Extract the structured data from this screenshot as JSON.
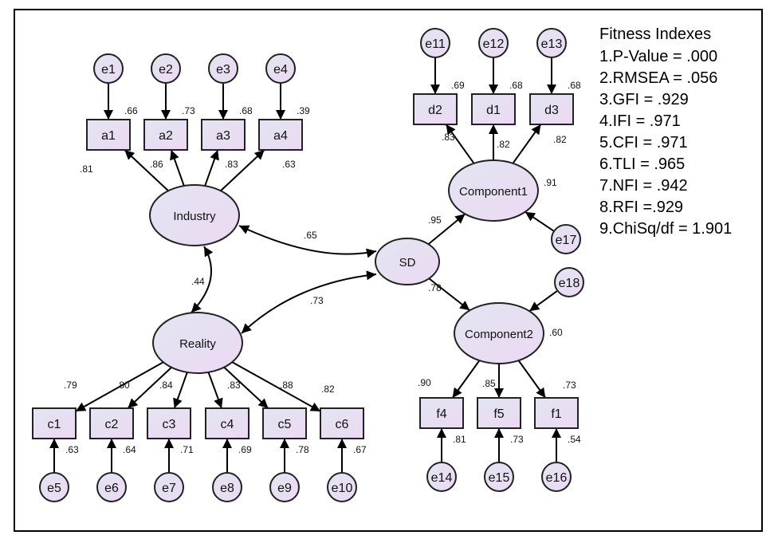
{
  "diagram": {
    "type": "structural-equation-model",
    "colors": {
      "node_fill_start": "#e3e5f2",
      "node_fill_end": "#ecd9f2",
      "stroke": "#000000",
      "background": "#ffffff"
    },
    "latents": [
      {
        "id": "Industry",
        "label": "Industry"
      },
      {
        "id": "Reality",
        "label": "Reality"
      },
      {
        "id": "SD",
        "label": "SD"
      },
      {
        "id": "Component1",
        "label": "Component1",
        "r2": ".91"
      },
      {
        "id": "Component2",
        "label": "Component2",
        "r2": ".60"
      }
    ],
    "indicators": [
      {
        "id": "a1",
        "label": "a1",
        "error": "e1",
        "loading": ".81",
        "r2": ".66",
        "factor": "Industry"
      },
      {
        "id": "a2",
        "label": "a2",
        "error": "e2",
        "loading": ".86",
        "r2": ".73",
        "factor": "Industry"
      },
      {
        "id": "a3",
        "label": "a3",
        "error": "e3",
        "loading": ".83",
        "r2": ".68",
        "factor": "Industry"
      },
      {
        "id": "a4",
        "label": "a4",
        "error": "e4",
        "loading": ".63",
        "r2": ".39",
        "factor": "Industry"
      },
      {
        "id": "d2",
        "label": "d2",
        "error": "e11",
        "loading": ".83",
        "r2": ".69",
        "factor": "Component1"
      },
      {
        "id": "d1",
        "label": "d1",
        "error": "e12",
        "loading": ".82",
        "r2": ".68",
        "factor": "Component1"
      },
      {
        "id": "d3",
        "label": "d3",
        "error": "e13",
        "loading": ".82",
        "r2": ".68",
        "factor": "Component1"
      },
      {
        "id": "c1",
        "label": "c1",
        "error": "e5",
        "loading": ".79",
        "r2": ".63",
        "factor": "Reality"
      },
      {
        "id": "c2",
        "label": "c2",
        "error": "e6",
        "loading": ".80",
        "r2": ".64",
        "factor": "Reality"
      },
      {
        "id": "c3",
        "label": "c3",
        "error": "e7",
        "loading": ".84",
        "r2": ".71",
        "factor": "Reality"
      },
      {
        "id": "c4",
        "label": "c4",
        "error": "e8",
        "loading": ".83",
        "r2": ".69",
        "factor": "Reality"
      },
      {
        "id": "c5",
        "label": "c5",
        "error": "e9",
        "loading": ".88",
        "r2": ".78",
        "factor": "Reality"
      },
      {
        "id": "c6",
        "label": "c6",
        "error": "e10",
        "loading": ".82",
        "r2": ".67",
        "factor": "Reality"
      },
      {
        "id": "f4",
        "label": "f4",
        "error": "e14",
        "loading": ".90",
        "r2": ".81",
        "factor": "Component2"
      },
      {
        "id": "f5",
        "label": "f5",
        "error": "e15",
        "loading": ".85",
        "r2": ".73",
        "factor": "Component2"
      },
      {
        "id": "f1",
        "label": "f1",
        "error": "e16",
        "loading": ".73",
        "r2": ".54",
        "factor": "Component2"
      }
    ],
    "structural_paths": [
      {
        "from": "SD",
        "to": "Component1",
        "coef": ".95"
      },
      {
        "from": "SD",
        "to": "Component2",
        "coef": ".78"
      }
    ],
    "disturbances": [
      {
        "label": "e17",
        "target": "Component1"
      },
      {
        "label": "e18",
        "target": "Component2"
      }
    ],
    "covariances": [
      {
        "a": "Industry",
        "b": "SD",
        "coef": ".65"
      },
      {
        "a": "Industry",
        "b": "Reality",
        "coef": ".44"
      },
      {
        "a": "Reality",
        "b": "SD",
        "coef": ".73"
      }
    ]
  },
  "fitness": {
    "title": "Fitness Indexes",
    "items": [
      "1.P-Value = .000",
      "2.RMSEA = .056",
      "3.GFI = .929",
      "4.IFI = .971",
      "5.CFI = .971",
      "6.TLI = .965",
      "7.NFI = .942",
      "8.RFI =.929",
      "9.ChiSq/df = 1.901"
    ]
  }
}
